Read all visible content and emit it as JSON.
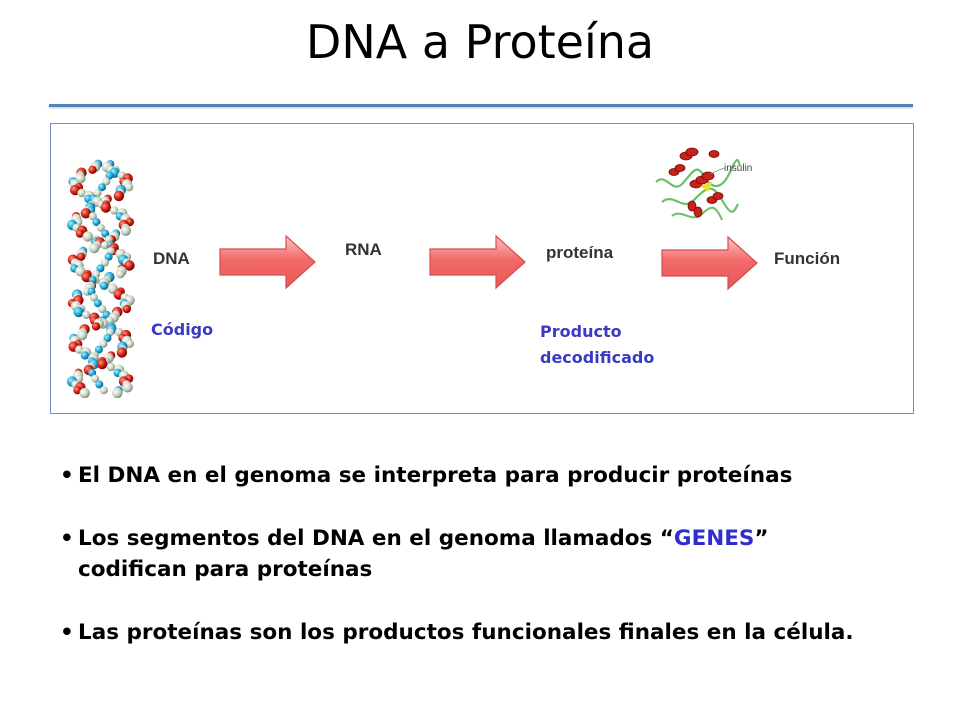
{
  "title": "DNA a Proteína",
  "diagram": {
    "labels": {
      "dna": "DNA",
      "rna": "RNA",
      "protein": "proteína",
      "function": "Función",
      "code": "Código",
      "product_line1": "Producto",
      "product_line2": "decodificado",
      "insulin": "insulin"
    },
    "colors": {
      "arrow_fill": "#f26a6a",
      "accent_text": "#3a3ac4",
      "rule": "#4f81bd"
    }
  },
  "bullets": {
    "b1": "El DNA en el genoma se interpreta para producir proteínas",
    "b2_before": "Los segmentos del DNA en el genoma llamados “",
    "b2_genes": "GENES",
    "b2_after": "”",
    "b2_line2": "codifican para proteínas",
    "b3": "Las proteínas son los productos funcionales finales en la célula."
  }
}
